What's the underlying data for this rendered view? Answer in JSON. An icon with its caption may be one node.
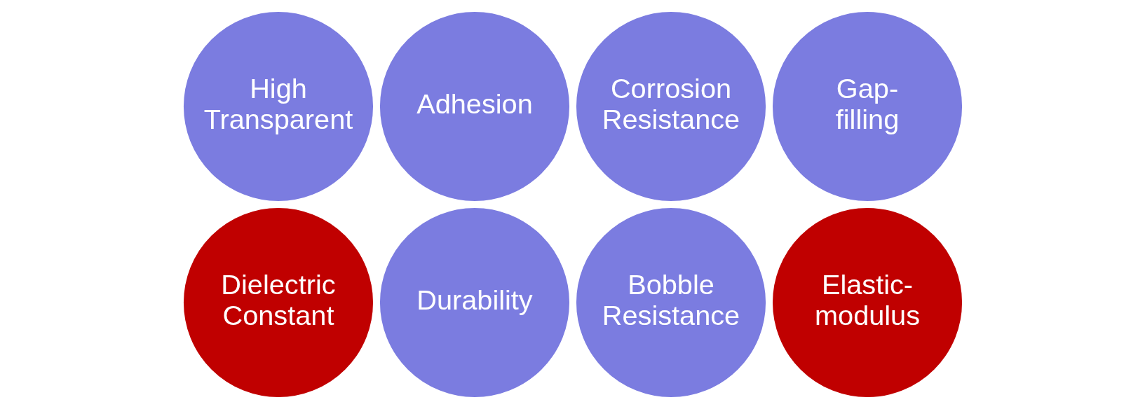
{
  "diagram": {
    "nodes": [
      {
        "text": [
          "High Transparent"
        ]
      },
      {
        "text": [
          "Adhesion"
        ]
      },
      {
        "text": [
          "Corrosion Resistance"
        ]
      },
      {
        "text": [
          "Gap-filling"
        ]
      },
      {
        "text": [
          "Dielectric Constant"
        ]
      },
      {
        "text": [
          "Durability"
        ]
      },
      {
        "text": [
          "Bobble Resistance"
        ]
      },
      {
        "text": [
          "Elastic-modulus"
        ]
      }
    ]
  }
}
